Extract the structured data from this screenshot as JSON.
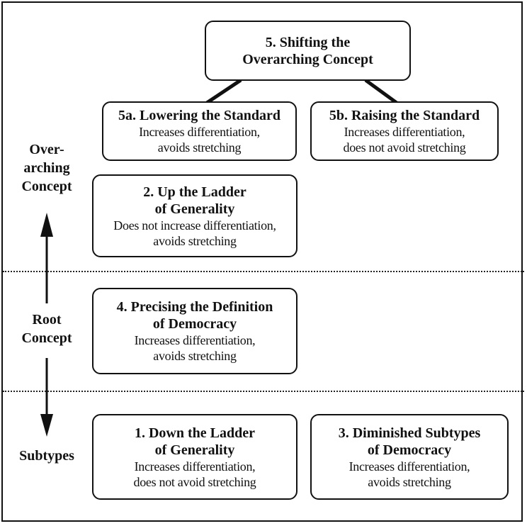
{
  "levels": {
    "overarching": "Over-\narching\nConcept",
    "root": "Root\nConcept",
    "subtypes": "Subtypes"
  },
  "boxes": {
    "b5": {
      "title": "5.  Shifting the\nOverarching Concept",
      "desc": ""
    },
    "b5a": {
      "title": "5a.  Lowering the Standard",
      "desc": "Increases differentiation,\navoids stretching"
    },
    "b5b": {
      "title": "5b.  Raising the Standard",
      "desc": "Increases differentiation,\ndoes not avoid stretching"
    },
    "b2": {
      "title": "2.  Up the Ladder\nof Generality",
      "desc": "Does not increase differentiation,\navoids stretching"
    },
    "b4": {
      "title": "4. Precising the Definition\nof Democracy",
      "desc": "Increases differentiation,\navoids stretching"
    },
    "b1": {
      "title": "1.  Down the Ladder\nof Generality",
      "desc": "Increases differentiation,\ndoes not avoid stretching"
    },
    "b3": {
      "title": "3.  Diminished Subtypes\nof Democracy",
      "desc": "Increases differentiation,\navoids stretching"
    }
  }
}
